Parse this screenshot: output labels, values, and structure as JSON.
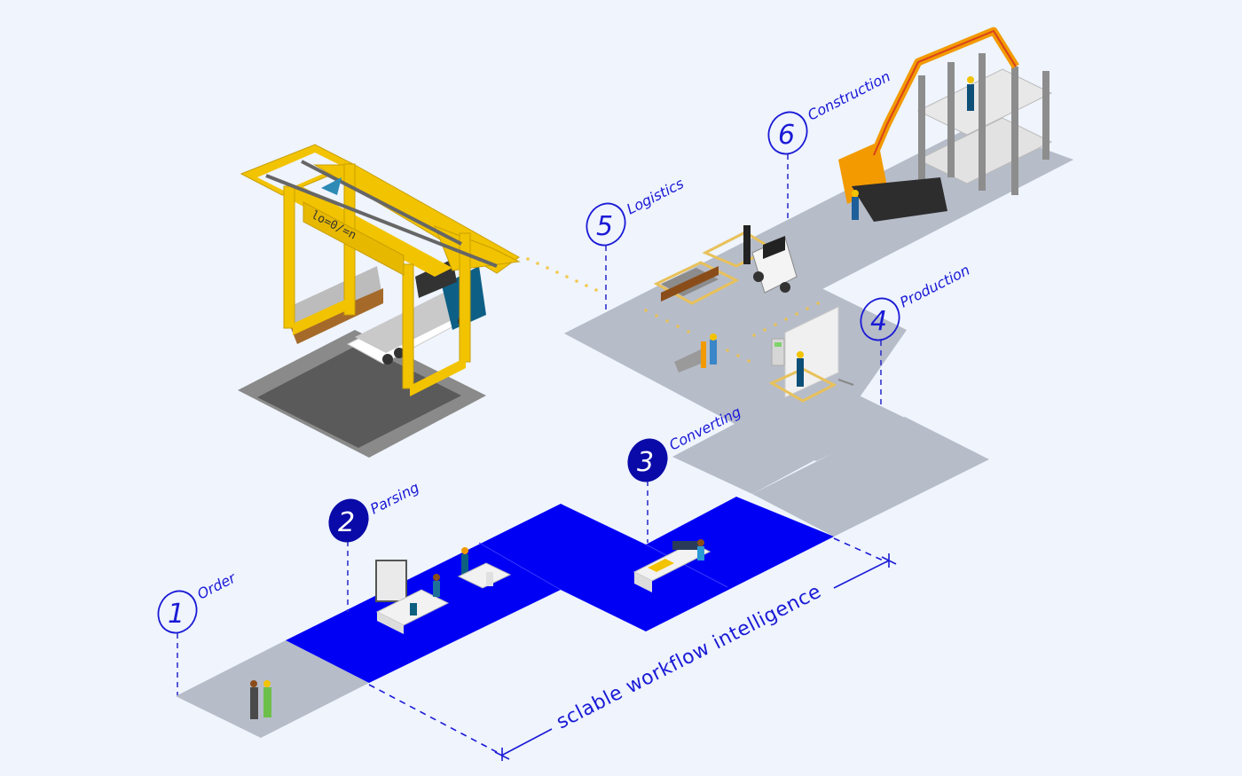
{
  "diagram": {
    "title": "sclable workflow intelligence",
    "colors": {
      "background": "#eff4fd",
      "digital_path": "#0000f5",
      "physical_path": "#b6bcc8",
      "accent_blue": "#1a1ad6",
      "filled_badge": "#0a0aa8",
      "crane_yellow": "#f2c300",
      "pump_orange": "#f29a00"
    },
    "steps": [
      {
        "number": "1",
        "label": "Order",
        "badge_style": "outline",
        "zone": "physical"
      },
      {
        "number": "2",
        "label": "Parsing",
        "badge_style": "filled",
        "zone": "digital"
      },
      {
        "number": "3",
        "label": "Converting",
        "badge_style": "filled",
        "zone": "digital"
      },
      {
        "number": "4",
        "label": "Production",
        "badge_style": "outline",
        "zone": "physical"
      },
      {
        "number": "5",
        "label": "Logistics",
        "badge_style": "outline",
        "zone": "physical"
      },
      {
        "number": "6",
        "label": "Construction",
        "badge_style": "outline",
        "zone": "physical"
      }
    ],
    "dimension_line": {
      "label": "sclable workflow intelligence",
      "spans_steps": [
        "2",
        "3"
      ]
    },
    "crane": {
      "sign_text": "lo=0/=n"
    },
    "scenes": [
      {
        "step": "1",
        "description": "Client and worker handshake"
      },
      {
        "step": "2",
        "description": "Office with whiteboard and desks"
      },
      {
        "step": "3",
        "description": "Control desk with monitors"
      },
      {
        "step": "4",
        "description": "Production machine with control panel"
      },
      {
        "step": "5",
        "description": "Forklift with pallets of steel bars"
      },
      {
        "step": "6",
        "description": "Concrete pump truck and building frame"
      }
    ]
  }
}
